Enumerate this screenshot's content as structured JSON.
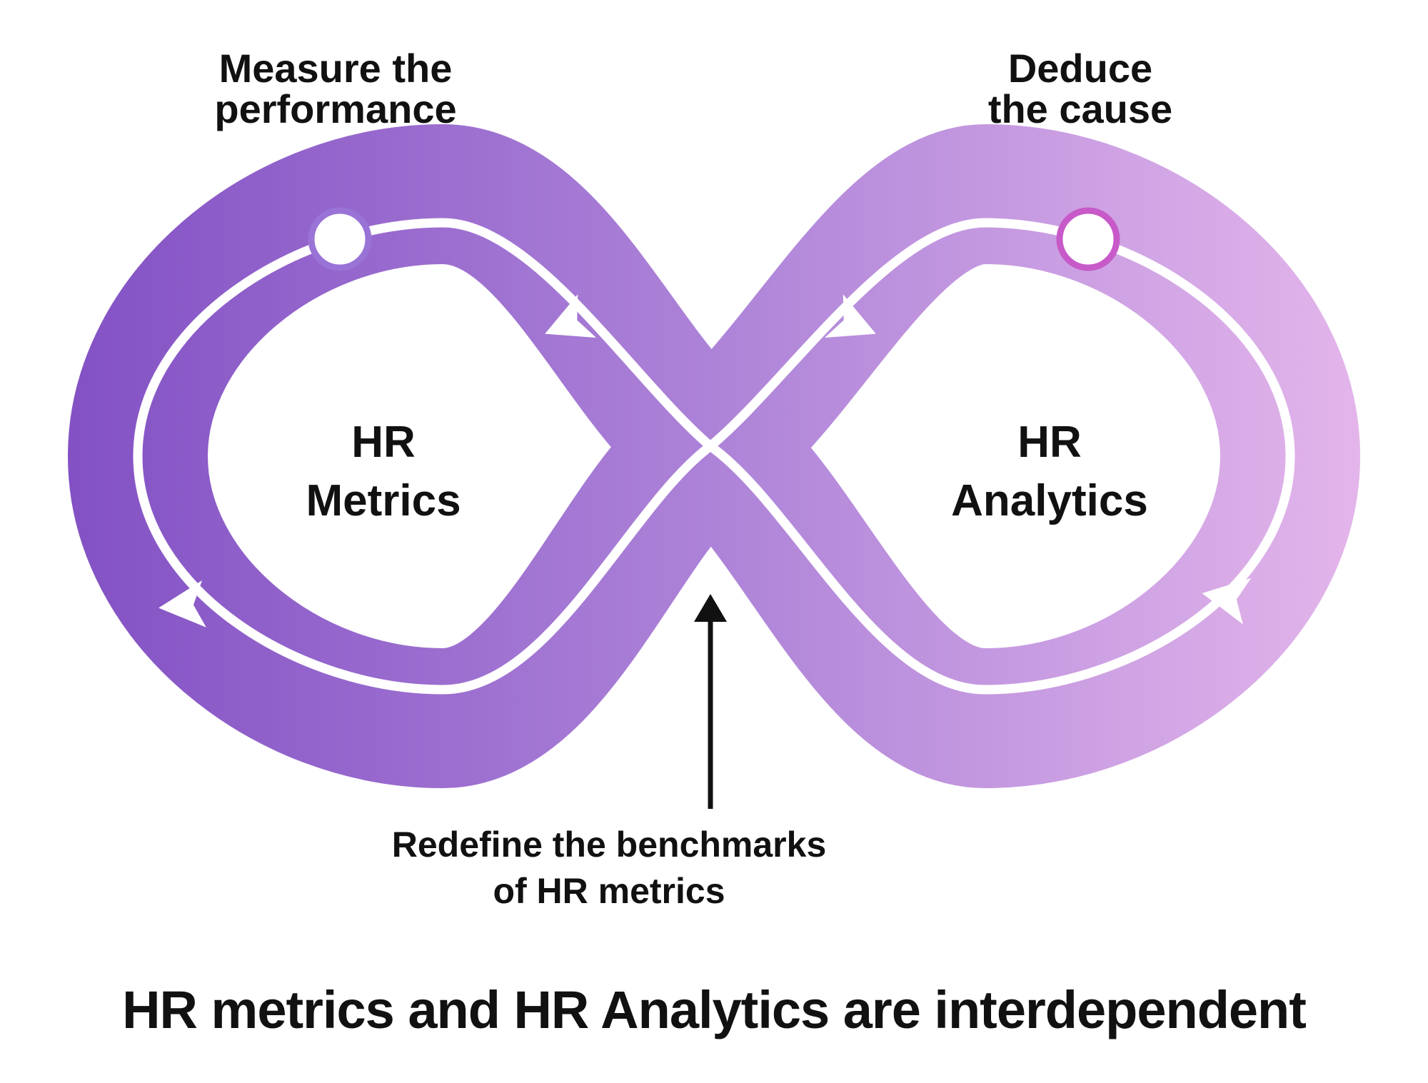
{
  "diagram": {
    "annotations": {
      "top_left": {
        "line1": "Measure the",
        "line2": "performance"
      },
      "top_right": {
        "line1": "Deduce",
        "line2": "the cause"
      },
      "bottom": {
        "line1": "Redefine the benchmarks",
        "line2": "of HR metrics"
      }
    },
    "loops": {
      "left": {
        "line1": "HR",
        "line2": "Metrics"
      },
      "right": {
        "line1": "HR",
        "line2": "Analytics"
      }
    },
    "caption": "HR metrics and HR Analytics are interdependent",
    "colors": {
      "gradient_start": "#8351c4",
      "gradient_mid": "#ad83d8",
      "gradient_end": "#e3b5eb",
      "left_marker_ring": "#9a73d7",
      "right_marker_ring": "#c75ac8",
      "flow_line": "#ffffff",
      "text": "#111111",
      "arrow": "#111111"
    }
  }
}
